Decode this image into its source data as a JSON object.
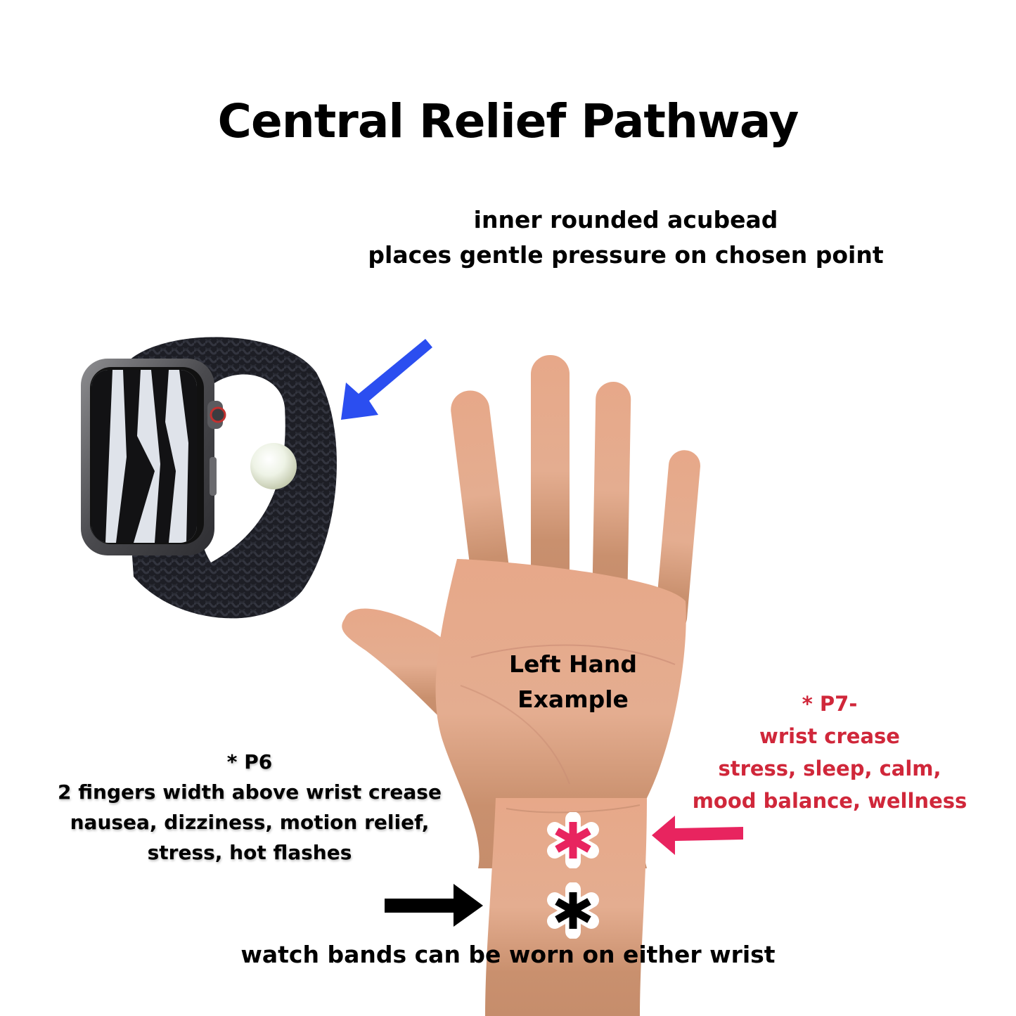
{
  "title": "Central Relief Pathway",
  "subtitle": {
    "line1": "inner rounded acubead",
    "line2": "places gentle pressure on chosen point"
  },
  "palm_label": {
    "line1": "Left Hand",
    "line2": "Example"
  },
  "p7": {
    "heading": "* P7-",
    "line1": "wrist crease",
    "line2": "stress, sleep, calm,",
    "line3": "mood balance, wellness",
    "color": "#d0273a",
    "marker_color": "#e8245f"
  },
  "p6": {
    "heading": "* P6",
    "line1": "2 fingers width above wrist crease",
    "line2": "nausea, dizziness, motion relief,",
    "line3": "stress, hot flashes",
    "marker_color": "#000000"
  },
  "footer": "watch bands can be worn on either wrist",
  "markers": {
    "p7_glyph": "✱",
    "p6_glyph": "✱"
  },
  "colors": {
    "bead_arrow": "#2b4ef0",
    "p7_arrow": "#e8245f",
    "p6_arrow": "#000000",
    "skin": "#e0a98a",
    "band": "#1b1c22"
  }
}
